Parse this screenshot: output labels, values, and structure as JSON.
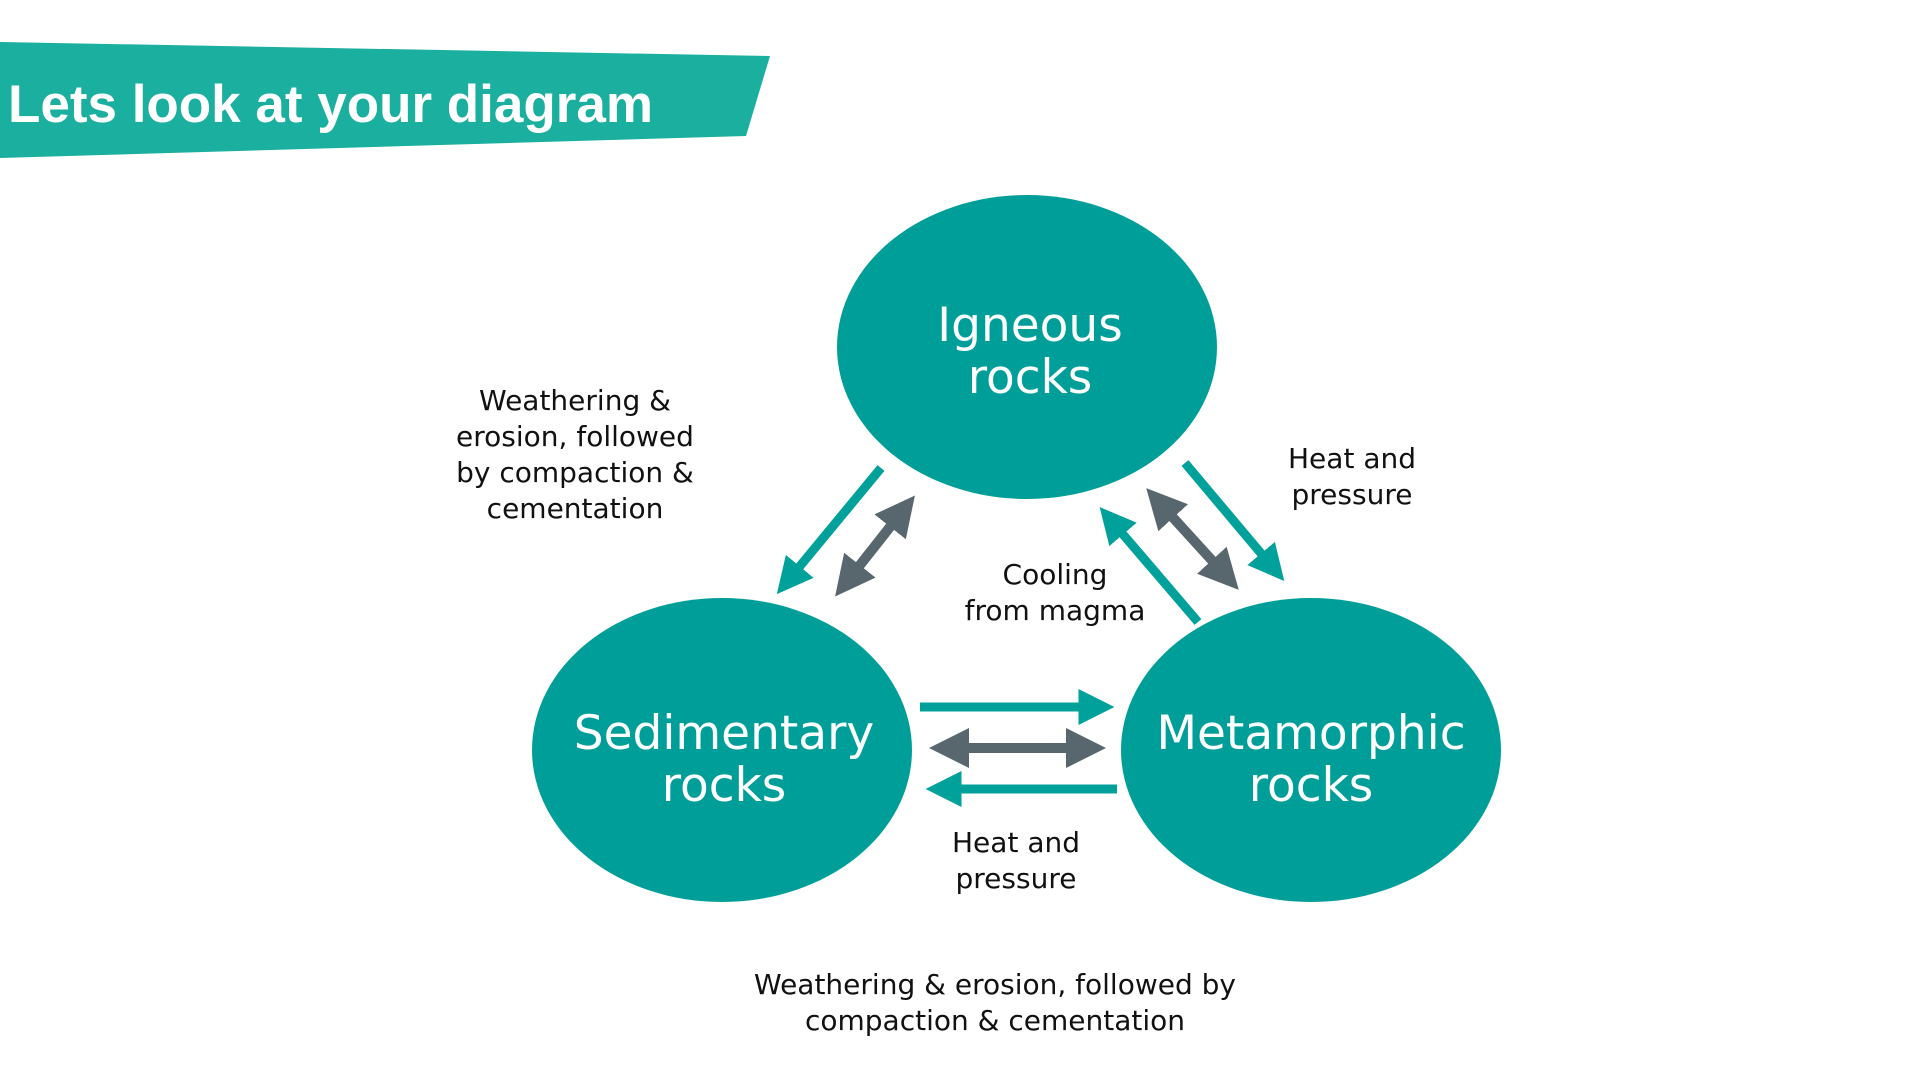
{
  "slide": {
    "title": "Lets look at your diagram"
  },
  "colors": {
    "banner": "#1aaf9e",
    "node_fill": "#009e98",
    "teal_arrow": "#00a09b",
    "grey_arrow": "#58666e",
    "label_text": "#111111",
    "node_text": "#ffffff"
  },
  "nodes": {
    "igneous": {
      "line1": "Igneous",
      "line2": "rocks"
    },
    "sedimentary": {
      "line1": "Sedimentary",
      "line2": "rocks"
    },
    "metamorphic": {
      "line1": "Metamorphic",
      "line2": "rocks"
    }
  },
  "labels": {
    "igneous_to_sedimentary": {
      "line1": "Weathering &",
      "line2": "erosion, followed",
      "line3": "by compaction &",
      "line4": "cementation"
    },
    "igneous_to_metamorphic": {
      "line1": "Heat and",
      "line2": "pressure"
    },
    "metamorphic_to_igneous": {
      "line1": "Cooling",
      "line2": "from magma"
    },
    "metamorphic_to_sedimentary": {
      "line1": "Heat and",
      "line2": "pressure"
    },
    "bottom_caption": {
      "line1": "Weathering & erosion, followed by",
      "line2": "compaction & cementation"
    }
  }
}
